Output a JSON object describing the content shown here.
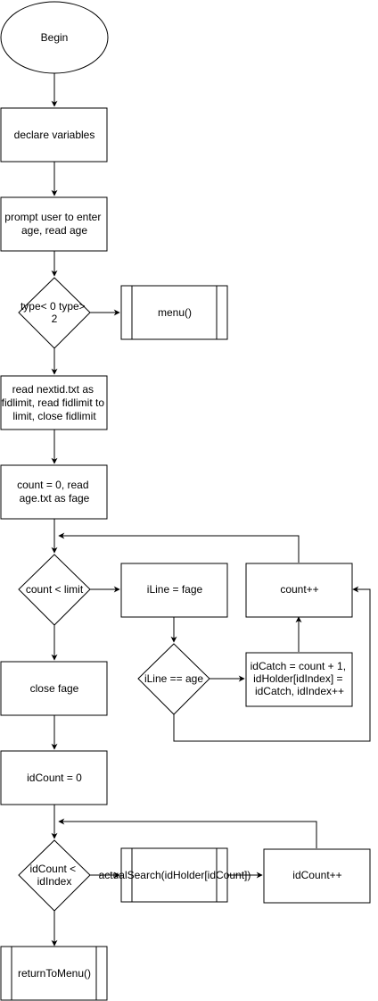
{
  "diagram": {
    "nodes": {
      "begin": {
        "shape": "ellipse",
        "lines": [
          "Begin"
        ]
      },
      "declare": {
        "shape": "process",
        "lines": [
          "declare variables"
        ]
      },
      "prompt": {
        "shape": "process",
        "lines": [
          "prompt user to enter",
          "age, read age"
        ]
      },
      "type_check": {
        "shape": "decision",
        "lines": [
          "type< 0 type>",
          "2"
        ]
      },
      "menu": {
        "shape": "subroutine",
        "lines": [
          "menu()"
        ]
      },
      "read_nextid": {
        "shape": "process",
        "lines": [
          "read nextid.txt as",
          "fidlimit, read fidlimit to",
          "limit, close fidlimit"
        ]
      },
      "count_init": {
        "shape": "process",
        "lines": [
          "count = 0, read",
          "age.txt as fage"
        ]
      },
      "count_check": {
        "shape": "decision",
        "lines": [
          "count < limit"
        ]
      },
      "iline_assign": {
        "shape": "process",
        "lines": [
          "iLine = fage"
        ]
      },
      "count_inc": {
        "shape": "process",
        "lines": [
          "count++"
        ]
      },
      "iline_check": {
        "shape": "decision",
        "lines": [
          "iLine == age"
        ]
      },
      "idcatch": {
        "shape": "process",
        "lines": [
          "idCatch = count + 1,",
          "idHolder[idIndex] =",
          "idCatch, idIndex++"
        ]
      },
      "close_fage": {
        "shape": "process",
        "lines": [
          "close fage"
        ]
      },
      "idcount_init": {
        "shape": "process",
        "lines": [
          "idCount = 0"
        ]
      },
      "idcount_check": {
        "shape": "decision",
        "lines": [
          "idCount <",
          "idIndex"
        ]
      },
      "actual_search": {
        "shape": "subroutine",
        "lines": [
          "actualSearch(idHolder[idCount])"
        ]
      },
      "idcount_inc": {
        "shape": "process",
        "lines": [
          "idCount++"
        ]
      },
      "return_menu": {
        "shape": "subroutine",
        "lines": [
          "returnToMenu()"
        ]
      }
    }
  }
}
